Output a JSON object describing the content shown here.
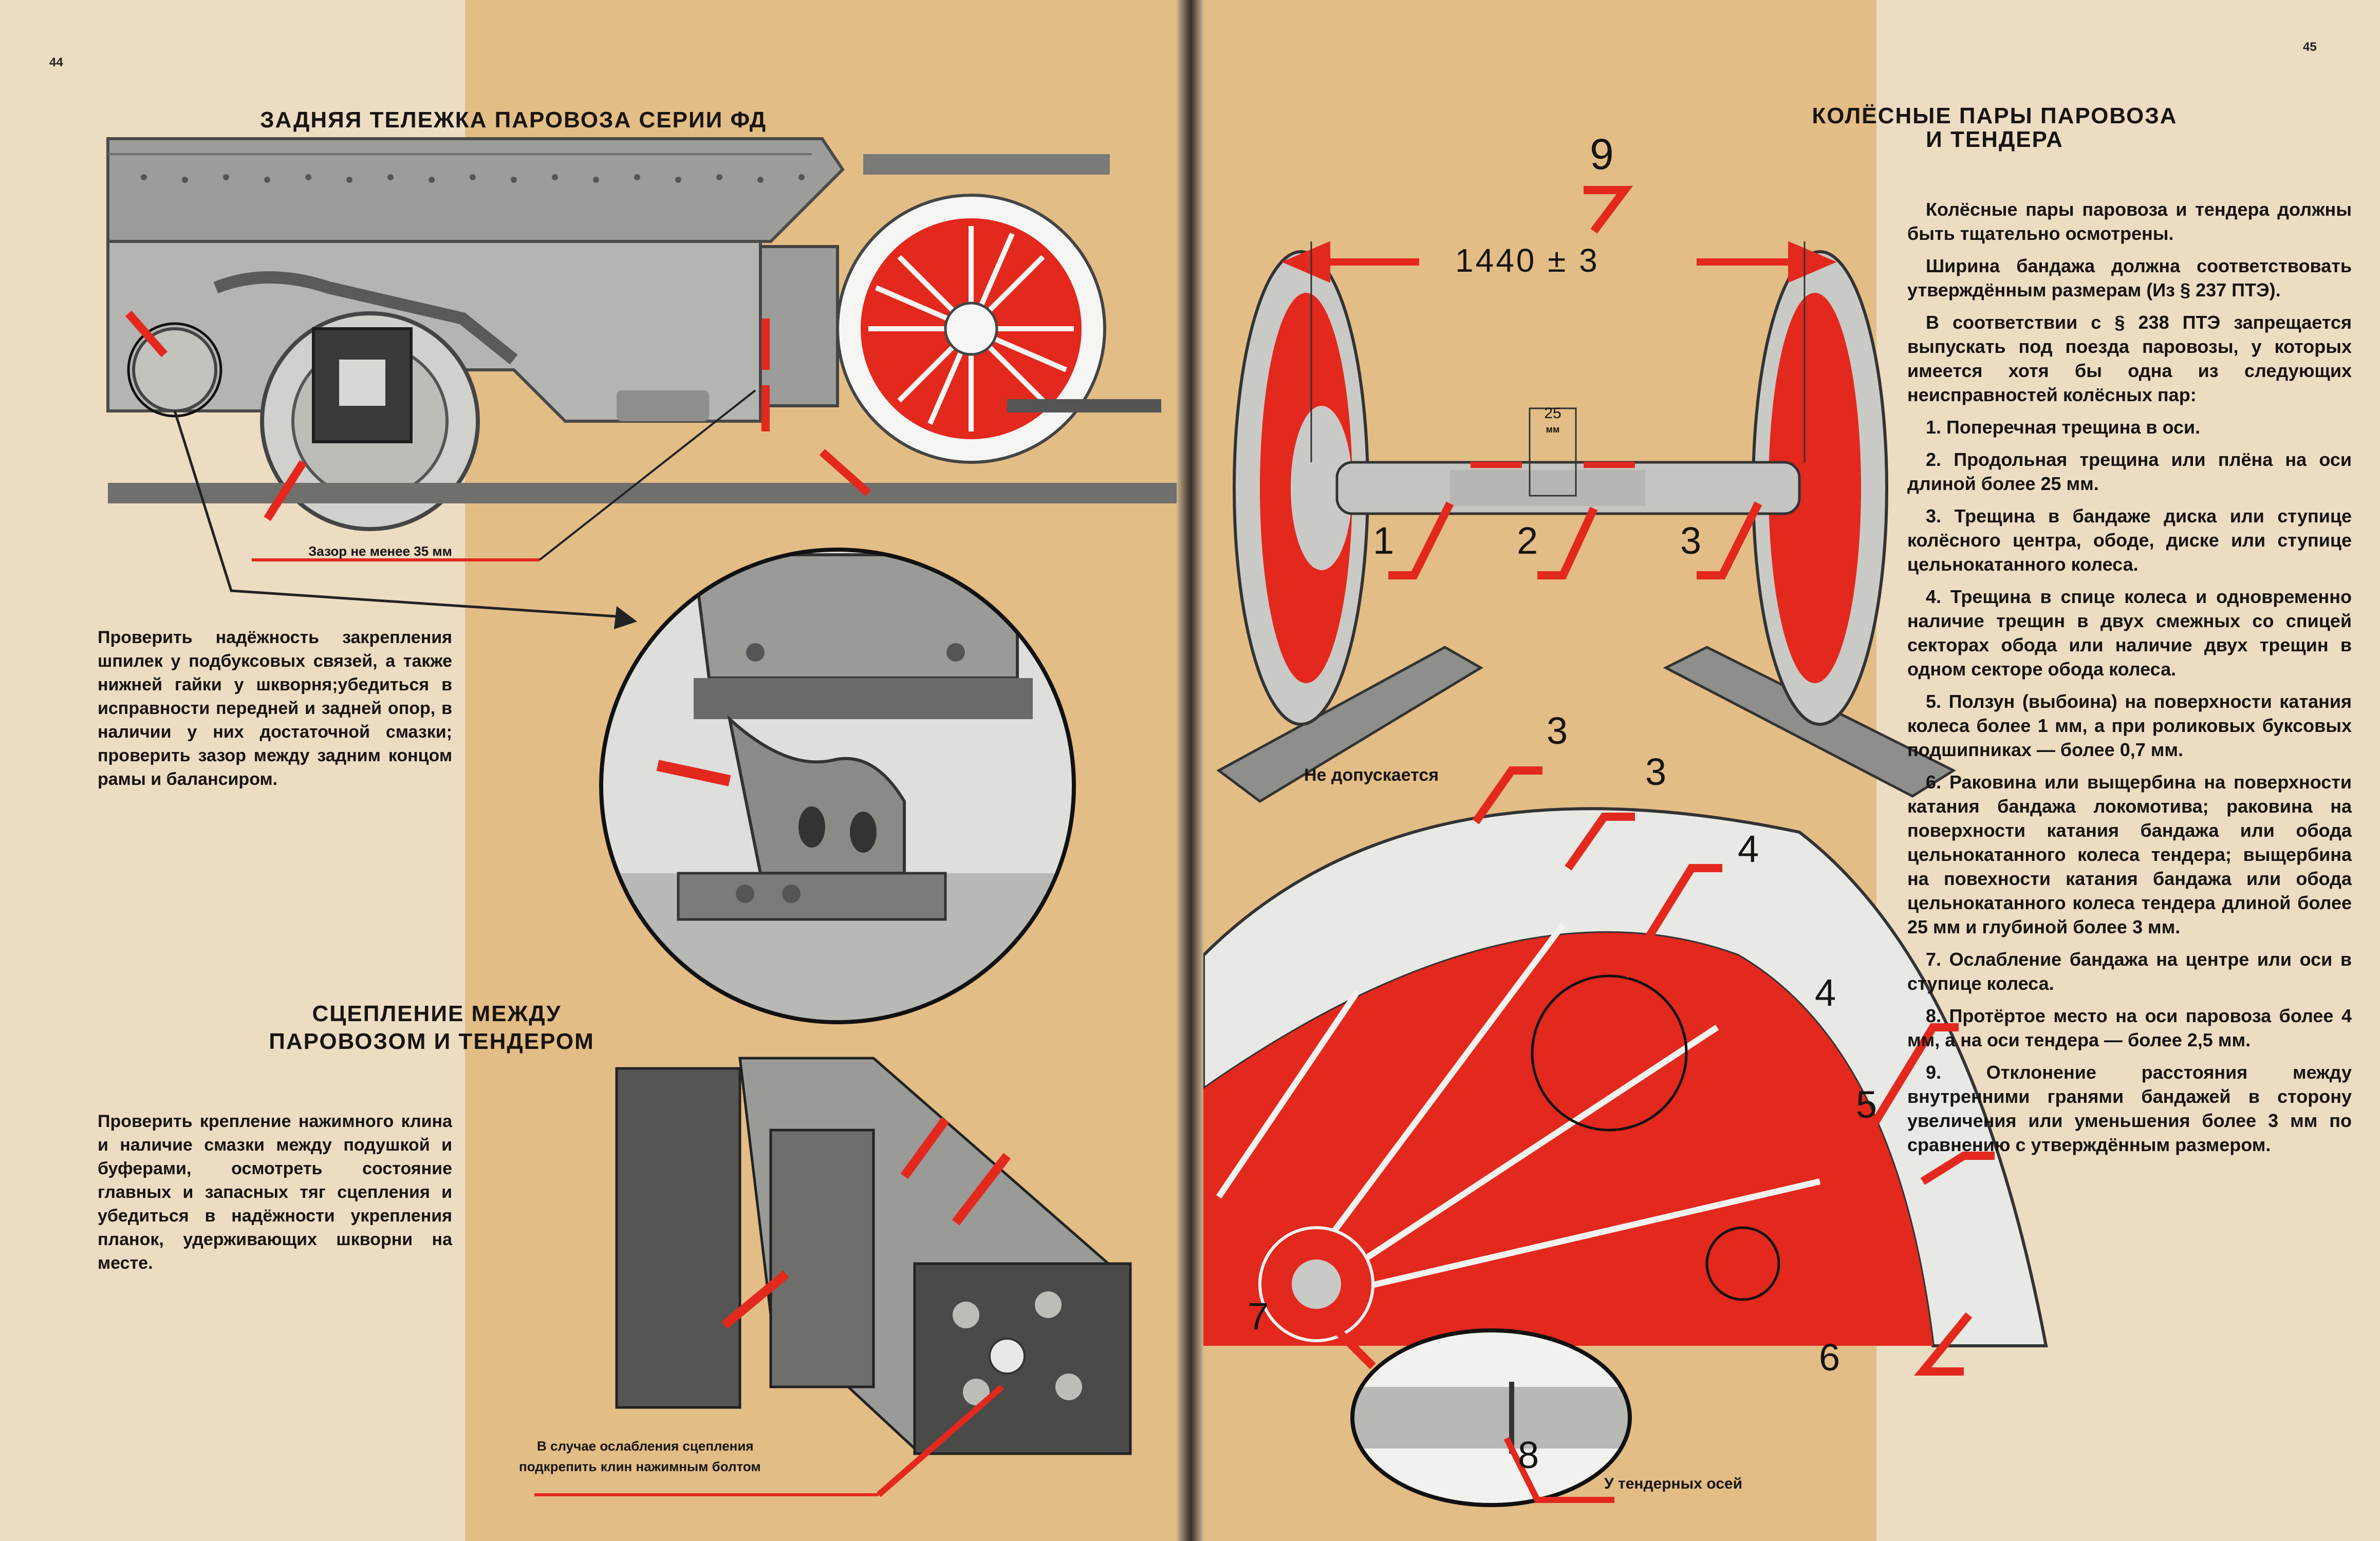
{
  "left_page": {
    "page_number": "44",
    "title_bogie": "ЗАДНЯЯ ТЕЛЕЖКА ПАРОВОЗА  СЕРИИ ФД",
    "gap_caption": "Зазор не менее 35 мм",
    "bogie_text": "Проверить надёжность закрепления шпилек у подбуксовых связей, а также нижней гайки у шкворня;убедиться в исправности передней и задней опор, в наличии у них достаточной смазки; проверить зазор между задним концом рамы и балансиром.",
    "title_coupling_1": "СЦЕПЛЕНИЕ МЕЖДУ",
    "title_coupling_2": "ПАРОВОЗОМ И ТЕНДЕРОМ",
    "coupling_text": "Проверить крепление нажимного клина и наличие смазки между подушкой и буферами, осмотреть состояние главных и запасных тяг сцепления и убедиться в надёжности укрепления планок, удерживающих шкворни на месте.",
    "coupling_caption_1": "В случае ослабления сцепления",
    "coupling_caption_2": "подкрепить клин нажимным болтом"
  },
  "right_page": {
    "page_number": "45",
    "title_1": "КОЛЁСНЫЕ ПАРЫ ПАРОВОЗА",
    "title_2": "И ТЕНДЕРА",
    "paragraphs": [
      "Колёсные пары паровоза и тендера должны быть тщательно осмотрены.",
      "Ширина бандажа должна соответствовать утверждённым размерам (Из § 237 ПТЭ).",
      "В соответствии с § 238 ПТЭ запрещается выпускать под поезда паровозы, у которых имеется хотя бы одна из следующих неисправностей колёсных пар:",
      "1. Поперечная трещина в оси.",
      "2. Продольная трещина или плёна на оси длиной более 25 мм.",
      "3. Трещина в бандаже диска или ступице колёсного центра, ободе, диске или ступице цельнокатанного колеса.",
      "4. Трещина в спице колеса и одновременно наличие трещин в двух смежных со спицей секторах обода или наличие двух трещин в одном секторе обода колеса.",
      "5. Ползун (выбоина) на поверхности катания колеса более 1 мм, а при роликовых буксовых подшипниках — более 0,7 мм.",
      "6. Раковина или выщербина на поверхности катания бандажа локомотива; раковина на поверхности катания бандажа или обода цельнокатанного колеса тендера; выщербина на повехности катания бандажа или обода цельнокатанного колеса тендера длиной более 25 мм и глубиной более 3 мм.",
      "7. Ослабление бандажа на центре или оси в ступице колеса.",
      "8. Протёртое место на оси паровоза более 4 мм, а на оси тендера — более 2,5 мм.",
      "9. Отклонение расстояния между внутренними гранями бандажей в сторону увеличения или уменьшения более 3 мм по сравнению с утверждённым размером."
    ],
    "dimension": "1440 ± 3",
    "axle_width": "25",
    "axle_unit": "мм",
    "not_allowed": "Не допускается",
    "tender_axles": "У тендерных осей",
    "markers": [
      "9",
      "1",
      "2",
      "3",
      "3",
      "3",
      "4",
      "4",
      "5",
      "6",
      "7",
      "8"
    ]
  },
  "colors": {
    "paper": "#ecdcc2",
    "beige_band": "#e3bd86",
    "accent_red": "#e3281e",
    "text": "#171411",
    "metal": "#a9a9a6"
  }
}
